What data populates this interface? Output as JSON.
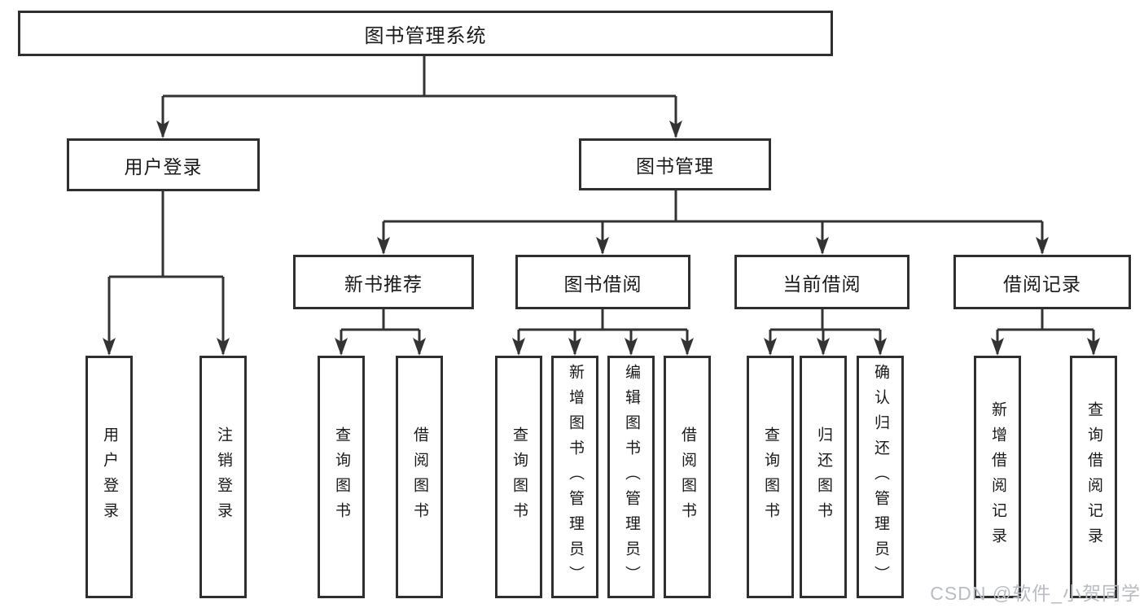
{
  "diagram": {
    "root": {
      "label": "图书管理系统"
    },
    "branches": [
      {
        "label": "用户登录",
        "leaves": [
          "用户登录",
          "注销登录"
        ]
      },
      {
        "label": "图书管理",
        "children": [
          {
            "label": "新书推荐",
            "leaves": [
              "查询图书",
              "借阅图书"
            ]
          },
          {
            "label": "图书借阅",
            "leaves": [
              "查询图书",
              "新增图书（管理员）",
              "编辑图书（管理员）",
              "借阅图书"
            ]
          },
          {
            "label": "当前借阅",
            "leaves": [
              "查询图书",
              "归还图书",
              "确认归还（管理员）"
            ]
          },
          {
            "label": "借阅记录",
            "leaves": [
              "新增借阅记录",
              "查询借阅记录"
            ]
          }
        ]
      }
    ]
  },
  "watermark": "CSDN @软件_小贺同学",
  "colors": {
    "line": "#333333",
    "border": "#2f2f2f",
    "text": "#1a1a1a",
    "watermark": "#b9bcc2",
    "background": "#ffffff"
  }
}
